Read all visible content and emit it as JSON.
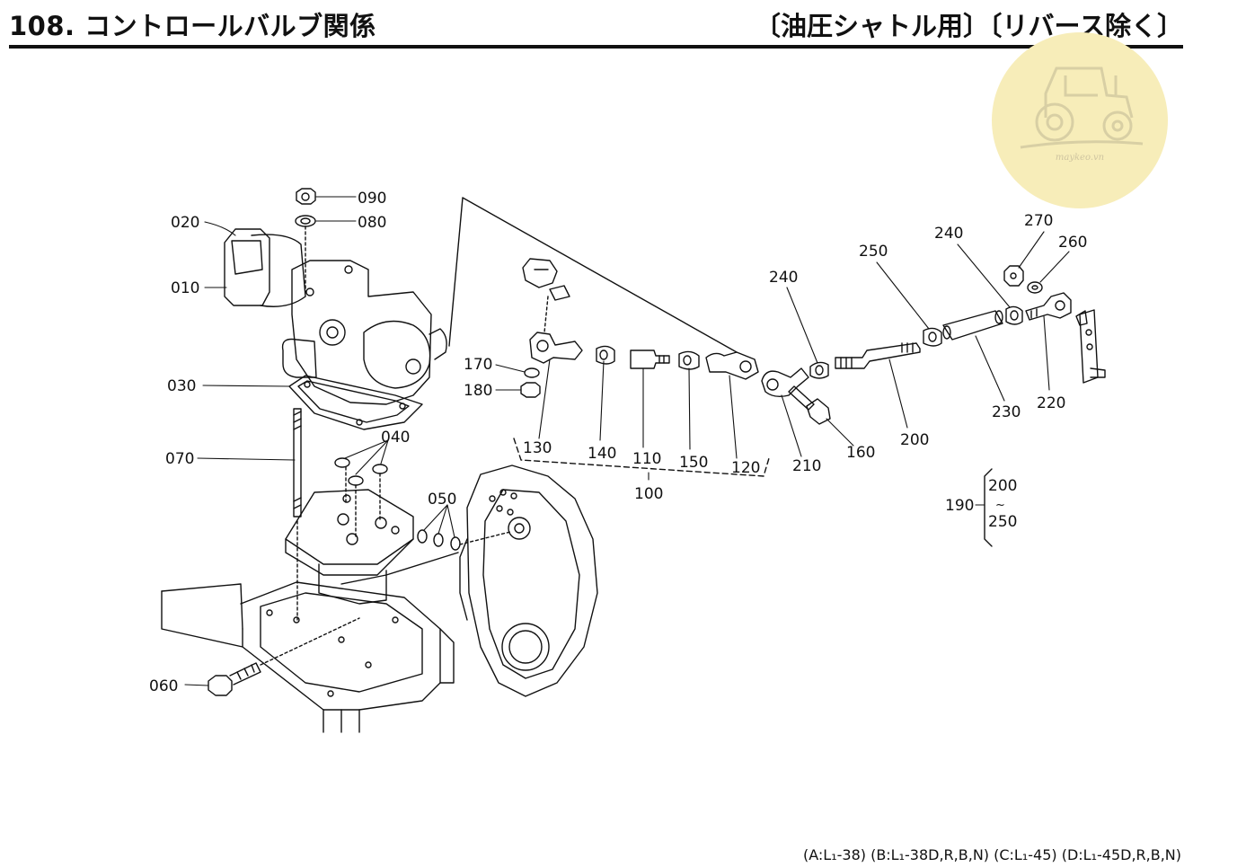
{
  "header": {
    "title": "108. コントロールバルブ関係",
    "note": "〔油圧シャトル用〕〔リバース除く〕"
  },
  "watermark": {
    "text": "maykeo.vn",
    "icon": "tractor-icon"
  },
  "parts": {
    "p090": "090",
    "p080": "080",
    "p020": "020",
    "p010": "010",
    "p030": "030",
    "p070": "070",
    "p040": "040",
    "p050": "050",
    "p060": "060",
    "p170": "170",
    "p180": "180",
    "p130": "130",
    "p140": "140",
    "p110": "110",
    "p150": "150",
    "p120": "120",
    "p100": "100",
    "p210": "210",
    "p160": "160",
    "p240a": "240",
    "p250": "250",
    "p240b": "240",
    "p270": "270",
    "p260": "260",
    "p200": "200",
    "p230": "230",
    "p220": "220"
  },
  "set_note": {
    "main": "190",
    "top": "200",
    "tilde": "~",
    "bottom": "250"
  },
  "footer": "(A:L₁-38) (B:L₁-38D,R,B,N) (C:L₁-45) (D:L₁-45D,R,B,N)"
}
